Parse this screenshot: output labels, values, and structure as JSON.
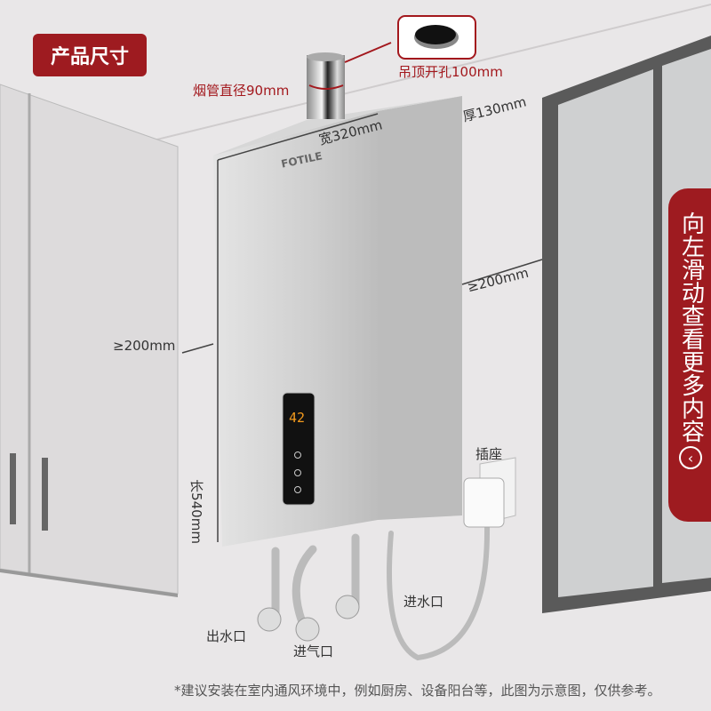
{
  "badge": {
    "title": "产品尺寸"
  },
  "brand": "FOTILE",
  "display": {
    "temperature": "42"
  },
  "dimensions": {
    "flue": "烟管直径90mm",
    "ceiling_hole": "吊顶开孔100mm",
    "width": "宽320mm",
    "depth": "厚130mm",
    "right_clearance": "≥200mm",
    "left_clearance": "≥200mm",
    "length": "长540mm"
  },
  "ports": {
    "outlet": "出水口",
    "gas": "进气口",
    "inlet": "进水口",
    "socket": "插座"
  },
  "side_tab": {
    "text": "向左滑动查看更多内容",
    "icon": "chevron-left-icon"
  },
  "footnote": "*建议安装在室内通风环境中，例如厨房、设备阳台等，此图为示意图，仅供参考。",
  "colors": {
    "accent": "#9e1b20"
  }
}
